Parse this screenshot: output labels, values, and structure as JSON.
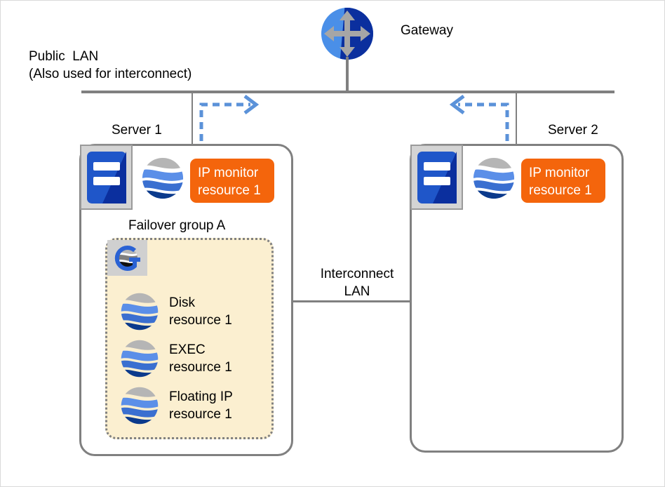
{
  "diagram": {
    "title_gateway": "Gateway",
    "public_lan_line1": "Public  LAN",
    "public_lan_line2": "(Also used for interconnect)",
    "interconnect_lan_line1": "Interconnect",
    "interconnect_lan_line2": "LAN",
    "colors": {
      "lan_line": "#808080",
      "badge_orange": "#f4650c",
      "group_fill": "#fbefd0",
      "arrow_blue": "#5b92d9",
      "gateway_light": "#4a8fe8",
      "gateway_dark": "#0b2f9e",
      "globe_gray": "#b5b5b5",
      "globe_light_blue": "#5b8fe8",
      "globe_mid_blue": "#3a6fd0",
      "globe_dark_blue": "#0b3a8c"
    },
    "icons": {
      "gateway": "gateway-router-icon",
      "machine": "server-machine-icon",
      "globe": "resource-globe-icon",
      "group": "failover-group-g-icon",
      "arrow_right": "dashed-arrow-right-icon",
      "arrow_left": "dashed-arrow-left-icon"
    }
  },
  "servers": [
    {
      "name": "Server 1",
      "monitor_badge": "IP monitor\nresource 1",
      "group": {
        "title": "Failover group A",
        "resources": [
          {
            "label": "Disk\nresource 1"
          },
          {
            "label": "EXEC\nresource 1"
          },
          {
            "label": "Floating IP\nresource 1"
          }
        ]
      }
    },
    {
      "name": "Server 2",
      "monitor_badge": "IP monitor\nresource 1",
      "group": null
    }
  ]
}
